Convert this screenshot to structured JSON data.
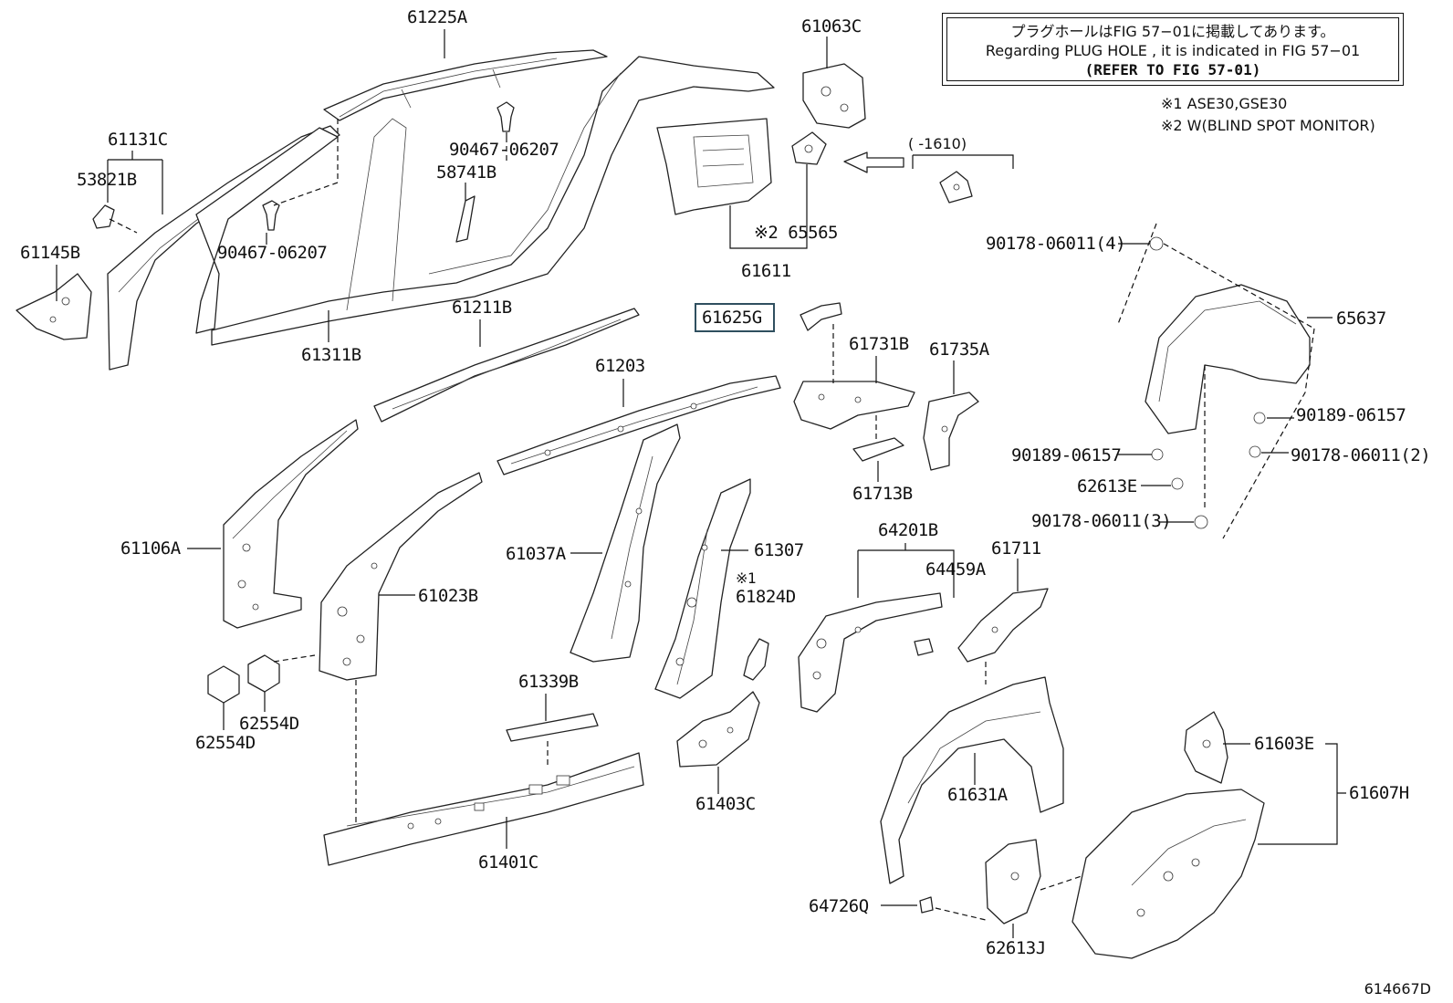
{
  "notes": {
    "line1": "プラグホールはFIG 57−01に掲載してあります。",
    "line2": "Regarding PLUG HOLE , it is indicated in FIG 57−01",
    "line3": "(REFER TO FIG 57-01)",
    "remark1": "※1 ASE30,GSE30",
    "remark2": "※2 W(BLIND SPOT MONITOR)"
  },
  "date_range": "(      -1610)",
  "highlighted_part": "61625G",
  "figure_number": "614667D",
  "labels": {
    "p61225A": "61225A",
    "p61063C": "61063C",
    "p61131C": "61131C",
    "p53821B": "53821B",
    "p61145B": "61145B",
    "p90467a": "90467-06207",
    "p90467b": "90467-06207",
    "p58741B": "58741B",
    "p61311B": "61311B",
    "p65565": "※2 65565",
    "p61611": "61611",
    "p90178_4": "90178-06011(4)",
    "p65637": "65637",
    "p61211B": "61211B",
    "p61731B": "61731B",
    "p61735A": "61735A",
    "p61203": "61203",
    "p90189_a": "90189-06157",
    "p90189_b": "90189-06157",
    "p90178_2": "90178-06011(2)",
    "p62613E": "62613E",
    "p61713B": "61713B",
    "p90178_3": "90178-06011(3)",
    "p61106A": "61106A",
    "p61037A": "61037A",
    "p61307": "61307",
    "p64201B": "64201B",
    "p61711": "61711",
    "p64459A": "64459A",
    "p61023B": "61023B",
    "p61824D_mark": "※1",
    "p61824D": "61824D",
    "p61339B": "61339B",
    "p62554D_a": "62554D",
    "p62554D_b": "62554D",
    "p61603E": "61603E",
    "p61607H": "61607H",
    "p61403C": "61403C",
    "p61631A": "61631A",
    "p61401C": "61401C",
    "p64726Q": "64726Q",
    "p62613J": "62613J"
  }
}
